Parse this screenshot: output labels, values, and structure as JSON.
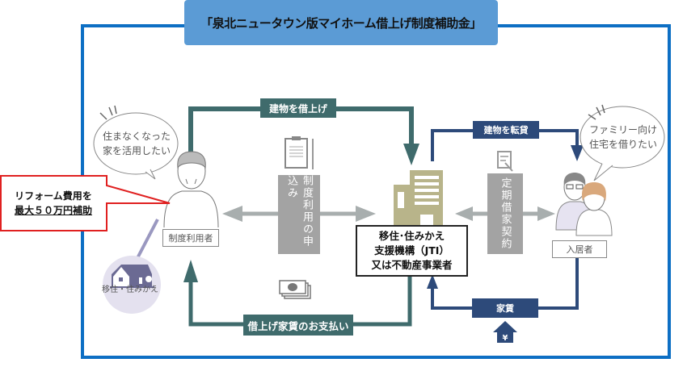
{
  "title": "「泉北ニュータウン版マイホーム借上げ制度補助金」",
  "callout": {
    "line1": "リフォーム費用を",
    "line2": "最大５０万円補助"
  },
  "owner": {
    "bubble_line1": "住まなくなった",
    "bubble_line2": "家を活用したい",
    "tag": "制度利用者"
  },
  "relocation": {
    "label": "移住・住みかえ"
  },
  "agency": {
    "line1": "移住･住みかえ",
    "line2": "支援機構（JTI）",
    "line3": "又は不動産事業者"
  },
  "tenant": {
    "bubble_line1": "ファミリー向け",
    "bubble_line2": "住宅を借りたい",
    "tag": "入居者"
  },
  "flows": {
    "lease_building": "建物を借上げ",
    "sublease_building": "建物を転貸",
    "rent_payment": "借上げ家賃のお支払い",
    "rent": "家賃",
    "application": "制度利用の申込み",
    "contract": "定期借家契約"
  },
  "colors": {
    "frame": "#0d6fc4",
    "title_bg": "#5b9bd5",
    "teal": "#3f6b6c",
    "navy": "#2d4a7a",
    "gray_box": "#a3a3a3",
    "callout_border": "#e02020",
    "building": "#b8b48a",
    "house_circle": "#e4e1ef"
  },
  "icons": [
    "clipboard-icon",
    "document-icon",
    "money-icon",
    "yen-house-icon",
    "building-icon",
    "house-icon",
    "person-icon",
    "couple-icon"
  ]
}
